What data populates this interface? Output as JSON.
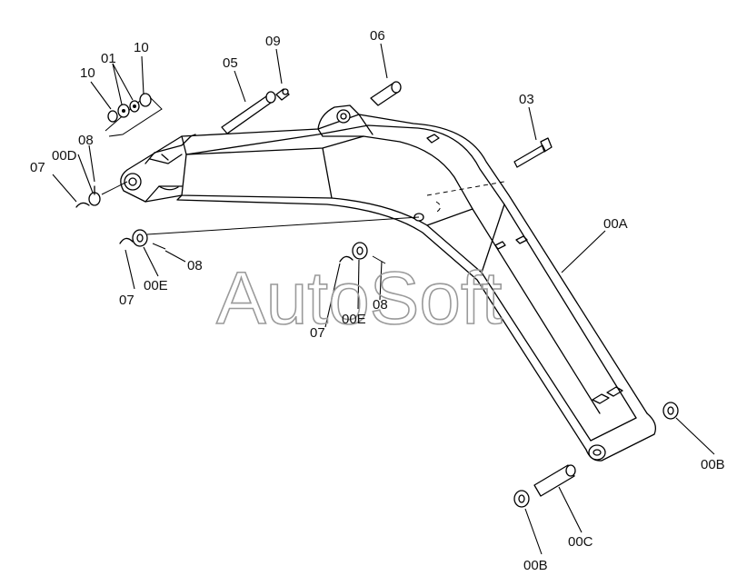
{
  "watermark": "AutoSoft",
  "callouts": [
    {
      "id": "c-10a",
      "text": "10"
    },
    {
      "id": "c-01",
      "text": "01"
    },
    {
      "id": "c-10b",
      "text": "10"
    },
    {
      "id": "c-05",
      "text": "05"
    },
    {
      "id": "c-09",
      "text": "09"
    },
    {
      "id": "c-06",
      "text": "06"
    },
    {
      "id": "c-03",
      "text": "03"
    },
    {
      "id": "c-08a",
      "text": "08"
    },
    {
      "id": "c-00d",
      "text": "00D"
    },
    {
      "id": "c-07a",
      "text": "07"
    },
    {
      "id": "c-08b",
      "text": "08"
    },
    {
      "id": "c-07b",
      "text": "07"
    },
    {
      "id": "c-00ea",
      "text": "00E"
    },
    {
      "id": "c-07c",
      "text": "07"
    },
    {
      "id": "c-00eb",
      "text": "00E"
    },
    {
      "id": "c-08c",
      "text": "08"
    },
    {
      "id": "c-00a",
      "text": "00A"
    },
    {
      "id": "c-00ba",
      "text": "00B"
    },
    {
      "id": "c-00c",
      "text": "00C"
    },
    {
      "id": "c-00bb",
      "text": "00B"
    }
  ]
}
